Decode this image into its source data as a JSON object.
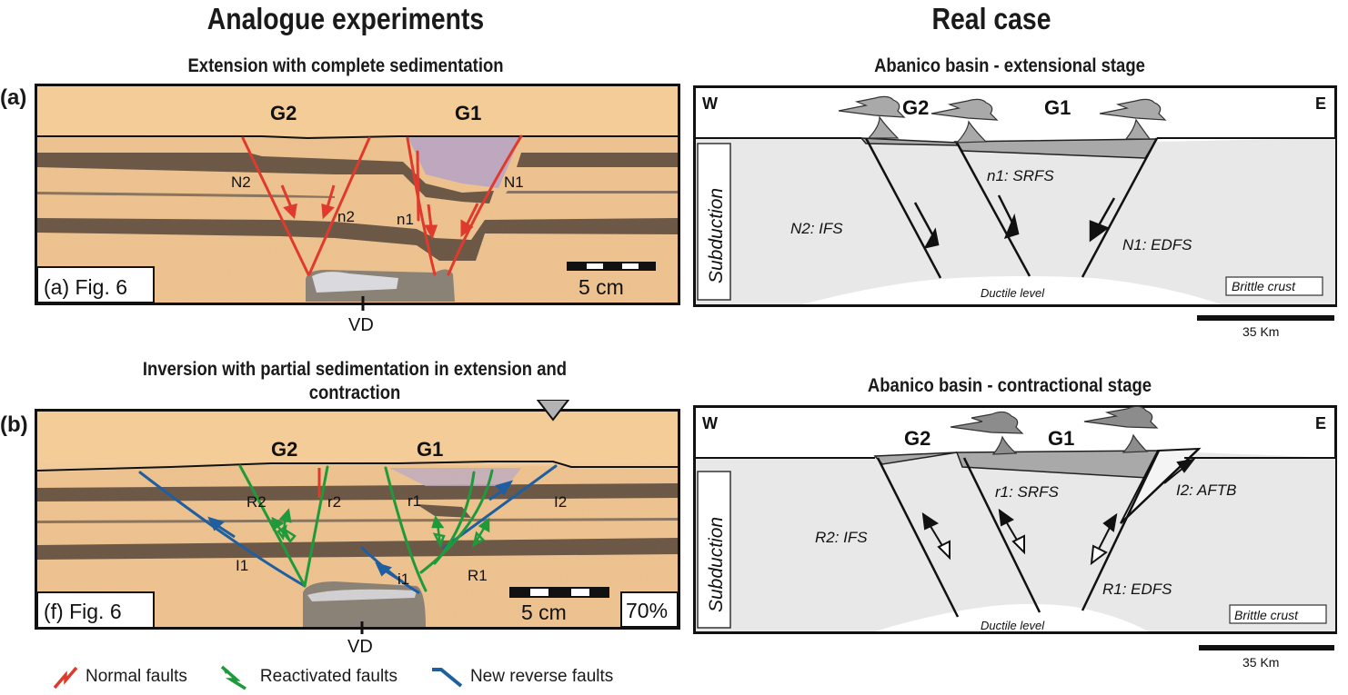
{
  "headings": {
    "left": "Analogue experiments",
    "right": "Real case"
  },
  "panel_a": {
    "letter": "(a)",
    "title": "Extension with complete sedimentation",
    "fig_ref": "(a) Fig. 6",
    "labels": {
      "g2": "G2",
      "g1": "G1",
      "n2_upper": "N2",
      "n2_lower": "n2",
      "n1_lower": "n1",
      "n1_upper": "N1"
    },
    "scale": "5 cm",
    "vd": "VD"
  },
  "panel_b": {
    "letter": "(b)",
    "title": "Inversion with partial sedimentation in extension and contraction",
    "fig_ref": "(f) Fig. 6",
    "percent": "70%",
    "labels": {
      "g2": "G2",
      "g1": "G1",
      "r2_upper": "R2",
      "r2_lower": "r2",
      "r1_lower": "r1",
      "r1_upper": "R1",
      "i1_upper": "I1",
      "i1_lower": "i1",
      "i2": "I2"
    },
    "scale": "5 cm",
    "vd": "VD"
  },
  "legend": [
    {
      "label": "Normal faults",
      "color": "#e03a2c",
      "icon": "normal-fault-arrow-icon"
    },
    {
      "label": "Reactivated faults",
      "color": "#1f9a3a",
      "icon": "reactivated-fault-arrow-icon"
    },
    {
      "label": "New reverse faults",
      "color": "#1f5fa0",
      "icon": "reverse-fault-arrow-icon"
    }
  ],
  "real_ext": {
    "title": "Abanico basin - extensional stage",
    "west": "W",
    "east": "E",
    "g2": "G2",
    "g1": "G1",
    "subduction": "Subduction",
    "n2": "N2: IFS",
    "n1_lower": "n1: SRFS",
    "n1_upper": "N1: EDFS",
    "ductile": "Ductile level",
    "brittle": "Brittle crust",
    "scale": "35 Km"
  },
  "real_con": {
    "title": "Abanico basin - contractional stage",
    "west": "W",
    "east": "E",
    "g2": "G2",
    "g1": "G1",
    "subduction": "Subduction",
    "r2": "R2:  IFS",
    "r1_lower": "r1: SRFS",
    "r1_upper": "R1: EDFS",
    "i2": "I2: AFTB",
    "ductile": "Ductile level",
    "brittle": "Brittle crust",
    "scale": "35 Km"
  },
  "colors": {
    "sand": "#f4cc98",
    "dark_layer": "#6e5a47",
    "normal_fault": "#e03a2c",
    "reactivated_fault": "#1f9a3a",
    "reverse_fault": "#1f5fa0",
    "crust": "#e8e8e8",
    "basin_fill": "#a9a9a9",
    "volcano": "#8c8c8c"
  }
}
